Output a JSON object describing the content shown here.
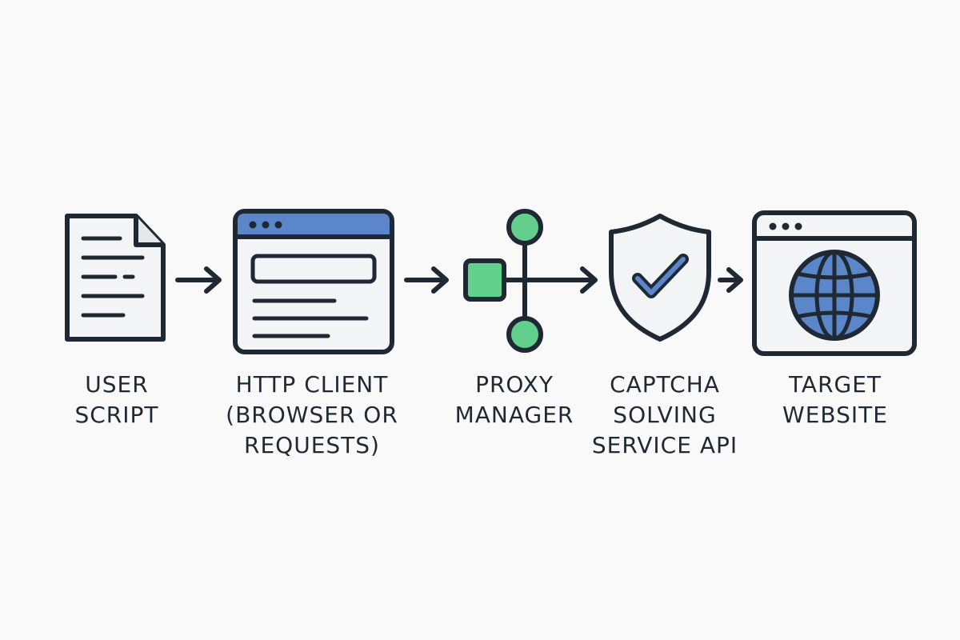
{
  "nodes": [
    {
      "id": "user-script",
      "icon": "document-icon",
      "lines": [
        "USER",
        "SCRIPT"
      ]
    },
    {
      "id": "http-client",
      "icon": "browser-window-icon",
      "lines": [
        "HTTP CLIENT",
        "(BROWSER OR",
        "REQUESTS)"
      ]
    },
    {
      "id": "proxy-manager",
      "icon": "network-node-icon",
      "lines": [
        "PROXY",
        "MANAGER"
      ]
    },
    {
      "id": "captcha-service",
      "icon": "shield-check-icon",
      "lines": [
        "CAPTCHA",
        "SOLVING",
        "SERVICE API"
      ]
    },
    {
      "id": "target-website",
      "icon": "globe-window-icon",
      "lines": [
        "TARGET",
        "WEBSITE"
      ]
    }
  ],
  "colors": {
    "stroke": "#1f2933",
    "fill": "#f3f4f6",
    "accent_blue": "#5b86c9",
    "accent_green": "#63cf8d",
    "background": "#f9f9f9"
  }
}
